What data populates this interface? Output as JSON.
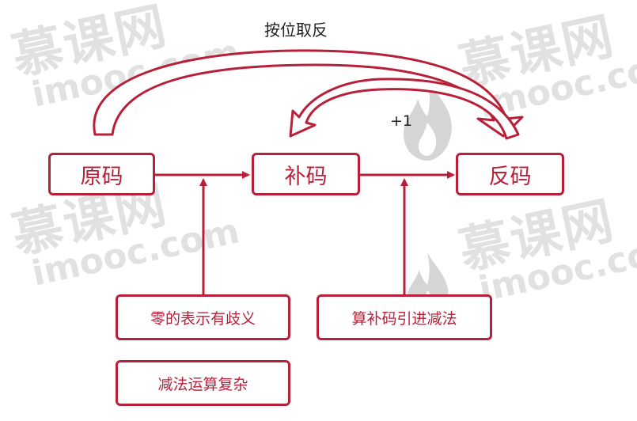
{
  "nodes": {
    "original": "原码",
    "complement": "补码",
    "inverse": "反码"
  },
  "edges": {
    "invert_label": "按位取反",
    "plus_one_label": "+1"
  },
  "notes": {
    "zero_ambiguity": "零的表示有歧义",
    "subtraction_complex": "减法运算复杂",
    "complement_subtraction": "算补码引进减法"
  },
  "watermark": {
    "cn": "慕课网",
    "en": "imooc.com"
  },
  "colors": {
    "accent": "#b8203a",
    "watermark": "#c9c9c9",
    "text": "#222222"
  }
}
